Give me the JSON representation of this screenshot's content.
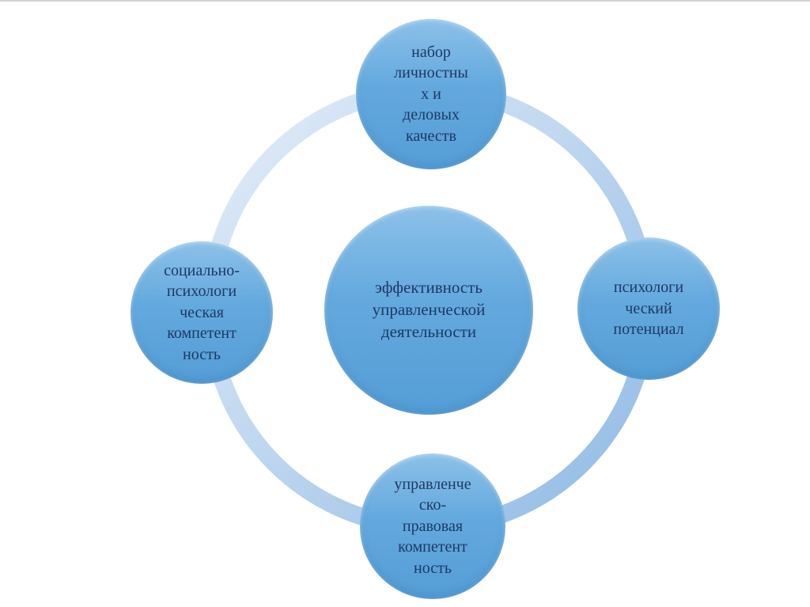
{
  "diagram": {
    "title": "cycle-diagram-managerial-effectiveness",
    "center": {
      "label": "эффективность\nуправленческой\nдеятельности"
    },
    "top": {
      "label": "набор\nличностны\nх и\nделовых\nкачеств"
    },
    "left": {
      "label": "социально-\nпсихологи\nческая\nкомпетент\nность"
    },
    "right": {
      "label": "психологи\nческий\nпотенциал"
    },
    "bottom": {
      "label": "управленче\nско-\nправовая\nкомпетент\nность"
    }
  },
  "colors": {
    "node_fill_top": "#8cc1e9",
    "node_fill_bottom": "#549dd6",
    "text": "#1f3864",
    "ring_light": "#dde9f6",
    "ring_dark": "#8fb9e5",
    "top_border": "#d0d3d6"
  }
}
